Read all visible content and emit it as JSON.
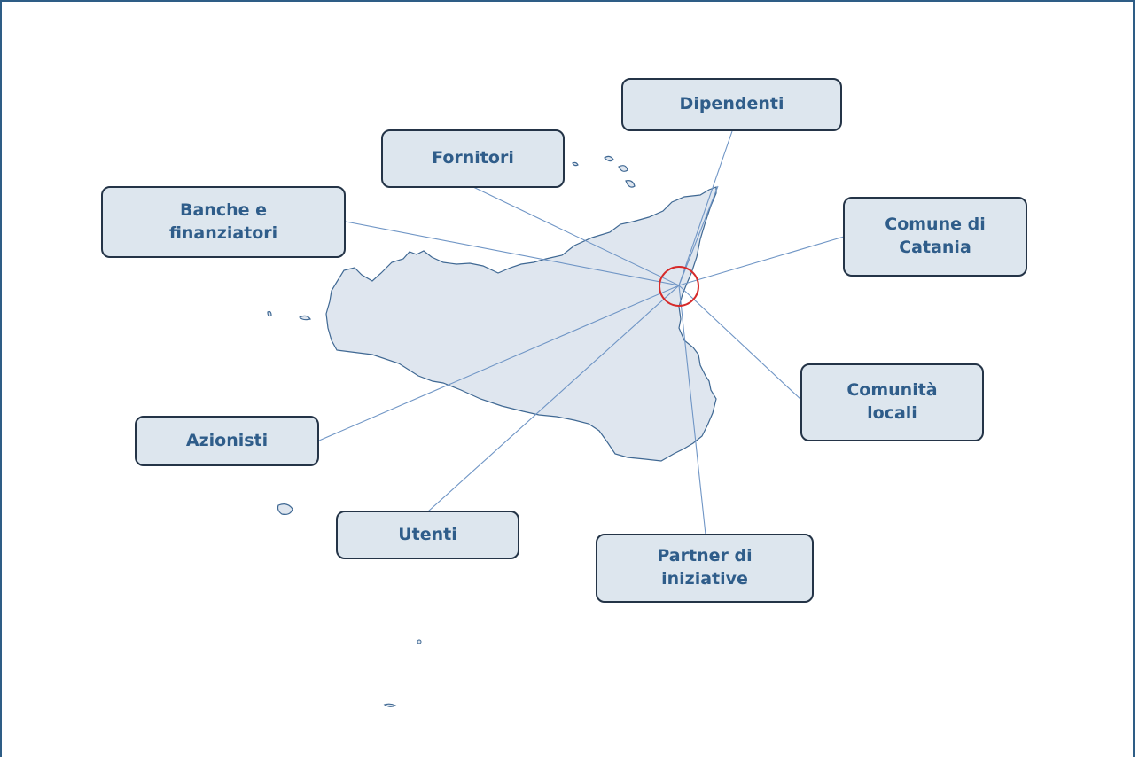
{
  "diagram": {
    "center_label": "",
    "stakeholders": [
      {
        "id": "dipendenti",
        "label": "Dipendenti"
      },
      {
        "id": "fornitori",
        "label": "Fornitori"
      },
      {
        "id": "banche",
        "label": "Banche e\nfinanziatori"
      },
      {
        "id": "comune",
        "label": "Comune di\nCatania"
      },
      {
        "id": "comunita",
        "label": "Comunità\nlocali"
      },
      {
        "id": "azionisti",
        "label": "Azionisti"
      },
      {
        "id": "utenti",
        "label": "Utenti"
      },
      {
        "id": "partner",
        "label": "Partner di\niniziative"
      }
    ]
  },
  "colors": {
    "box_fill": "#dde6ee",
    "box_border": "#243447",
    "label_text": "#2f5d8a",
    "connector": "#6f95c5",
    "island_fill": "#dfe6ef",
    "island_stroke": "#3f6893",
    "highlight_circle": "#d62a2a"
  }
}
